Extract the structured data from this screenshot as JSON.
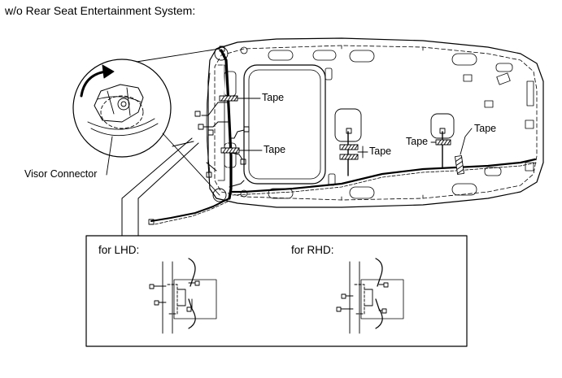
{
  "heading": "w/o Rear Seat Entertainment System:",
  "callouts": {
    "tape_1": "Tape",
    "tape_2": "Tape",
    "tape_3": "Tape",
    "tape_4": "Tape",
    "tape_5": "Tape",
    "visor_connector": "Visor Connector"
  },
  "inset": {
    "lhd_label": "for LHD:",
    "rhd_label": "for RHD:"
  }
}
